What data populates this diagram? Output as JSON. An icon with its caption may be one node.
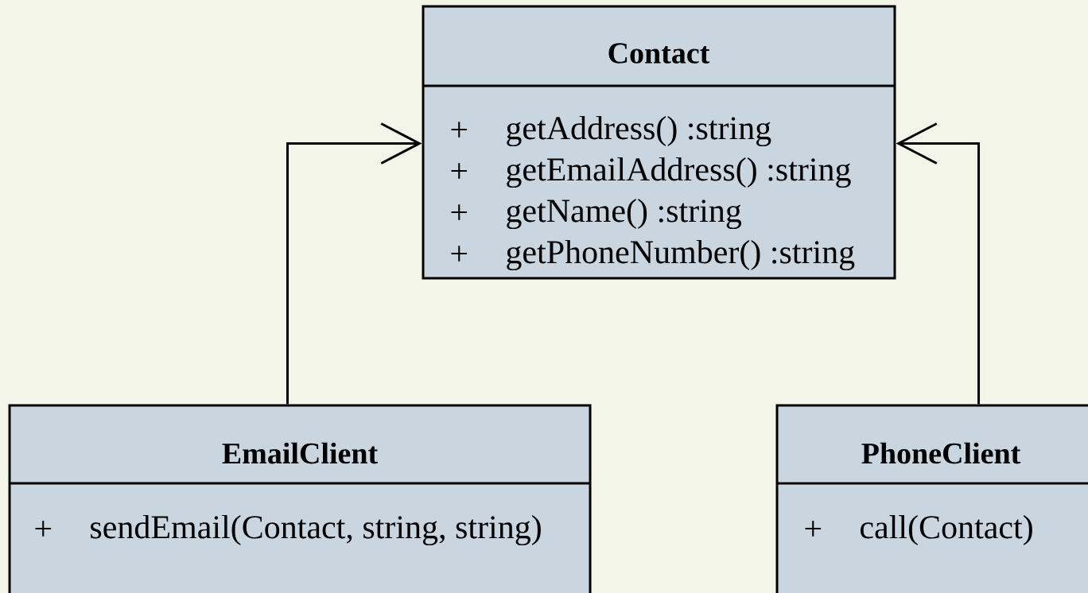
{
  "diagram": {
    "nodes": [
      {
        "text": [
          "Contact",
          "+",
          "getAddress() :string",
          "+",
          "getEmailAddress() :string",
          "+",
          "getName() :string",
          "+",
          "getPhoneNumber() :string"
        ]
      },
      {
        "text": [
          "EmailClient",
          "+",
          "sendEmail(Contact, string, string)"
        ]
      },
      {
        "text": [
          "PhoneClient",
          "+",
          "call(Contact)"
        ]
      }
    ],
    "edges": [
      {
        "from": 1,
        "to": 0,
        "arrow": "to"
      },
      {
        "from": 2,
        "to": 0,
        "arrow": "to"
      }
    ]
  }
}
